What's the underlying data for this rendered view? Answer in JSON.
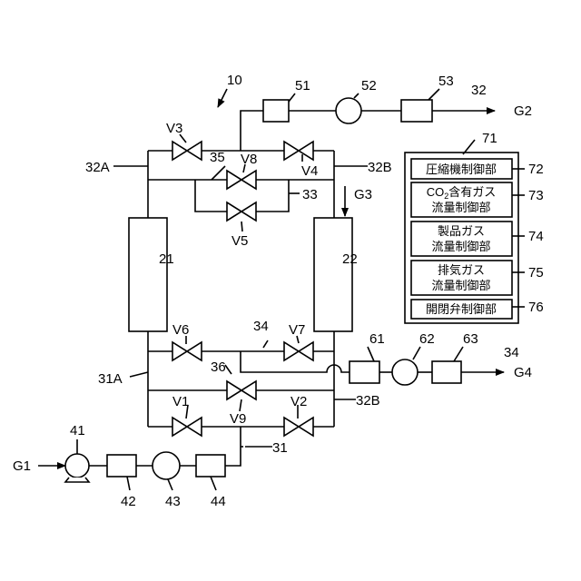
{
  "diagram": {
    "system_ref": "10",
    "gases": {
      "g1": "G1",
      "g2": "G2",
      "g3": "G3",
      "g4": "G4"
    },
    "refs": {
      "r21": "21",
      "r22": "22",
      "r31": "31",
      "r31a": "31A",
      "r32": "32",
      "r32a": "32A",
      "r32b_top": "32B",
      "r32b_bottom": "32B",
      "r33": "33",
      "r34_top": "34",
      "r34_bottom": "34",
      "r35": "35",
      "r36": "36",
      "r41": "41",
      "r42": "42",
      "r43": "43",
      "r44": "44",
      "r51": "51",
      "r52": "52",
      "r53": "53",
      "r61": "61",
      "r62": "62",
      "r63": "63"
    },
    "valves": {
      "v1": "V1",
      "v2": "V2",
      "v3": "V3",
      "v4": "V4",
      "v5": "V5",
      "v6": "V6",
      "v7": "V7",
      "v8": "V8",
      "v9": "V9"
    },
    "controller": {
      "ref": "71",
      "units": [
        {
          "ref": "72",
          "line1": "圧縮機制御部",
          "line2": ""
        },
        {
          "ref": "73",
          "line1_prefix": "CO",
          "line1_sub": "2",
          "line1_suffix": "含有ガス",
          "line2": "流量制御部"
        },
        {
          "ref": "74",
          "line1": "製品ガス",
          "line2": "流量制御部"
        },
        {
          "ref": "75",
          "line1": "排気ガス",
          "line2": "流量制御部"
        },
        {
          "ref": "76",
          "line1": "開閉弁制御部",
          "line2": ""
        }
      ]
    }
  }
}
